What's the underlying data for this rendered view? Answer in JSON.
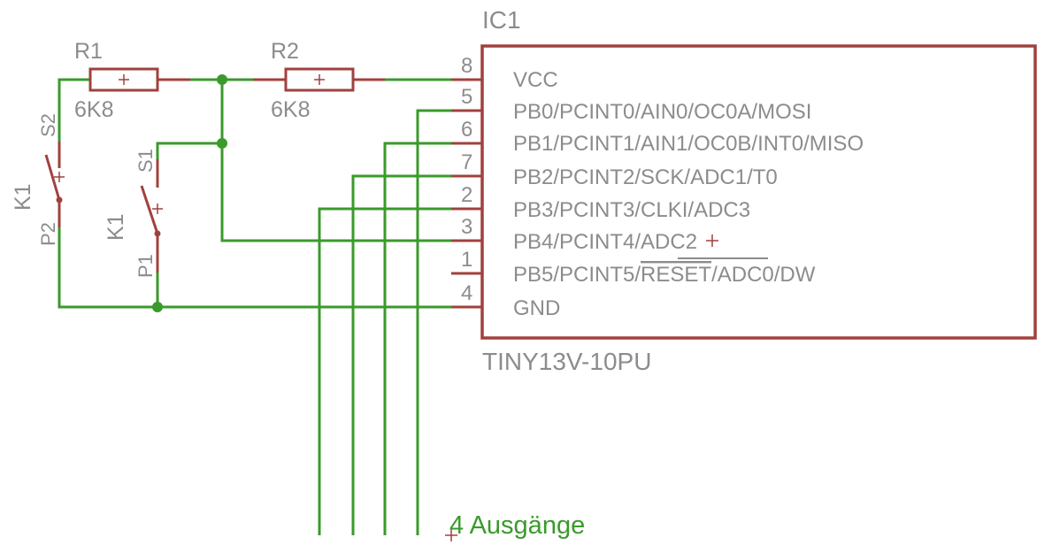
{
  "ic": {
    "name": "IC1",
    "value": "TINY13V-10PU",
    "pins": [
      {
        "num": "8",
        "name": "VCC"
      },
      {
        "num": "5",
        "name": "PB0/PCINT0/AIN0/OC0A/MOSI"
      },
      {
        "num": "6",
        "name": "PB1/PCINT1/AIN1/OC0B/INT0/MISO"
      },
      {
        "num": "7",
        "name": "PB2/PCINT2/SCK/ADC1/T0"
      },
      {
        "num": "2",
        "name": "PB3/PCINT3/CLKI/ADC3"
      },
      {
        "num": "3",
        "name": "PB4/PCINT4/ADC2"
      },
      {
        "num": "1",
        "name_pre": "PB5/PCINT5/",
        "name_over": "RESET",
        "name_post": "/ADC0/DW"
      },
      {
        "num": "4",
        "name": "GND"
      }
    ]
  },
  "resistors": [
    {
      "name": "R1",
      "value": "6K8"
    },
    {
      "name": "R2",
      "value": "6K8"
    }
  ],
  "switches": [
    {
      "name": "K1",
      "pin_top": "S2",
      "pin_bottom": "P2"
    },
    {
      "name": "K1",
      "pin_top": "S1",
      "pin_bottom": "P1"
    }
  ],
  "net_label": "4 Ausgänge",
  "colors": {
    "wire": "#3a9a2b",
    "part": "#a0413e",
    "text": "#8c8c8c"
  }
}
